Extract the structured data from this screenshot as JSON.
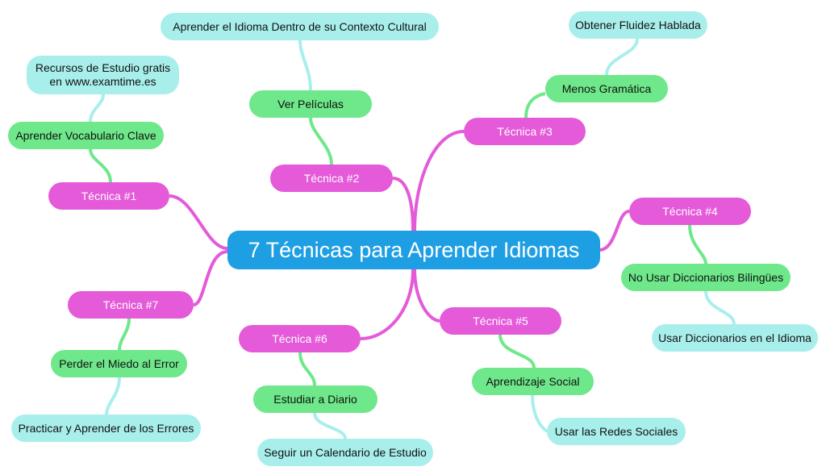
{
  "central": "7 Técnicas para Aprender Idiomas",
  "tech1": {
    "label": "Técnica #1",
    "primary": "Aprender Vocabulario Clave",
    "secondary_line1": "Recursos de Estudio gratis",
    "secondary_line2": "en www.examtime.es"
  },
  "tech2": {
    "label": "Técnica #2",
    "primary": "Ver Películas",
    "secondary": "Aprender el Idioma Dentro de su Contexto Cultural"
  },
  "tech3": {
    "label": "Técnica #3",
    "primary": "Menos Gramática",
    "secondary": "Obtener Fluidez Hablada"
  },
  "tech4": {
    "label": "Técnica #4",
    "primary": "No Usar Diccionarios Bilingües",
    "secondary": "Usar Diccionarios en el Idioma"
  },
  "tech5": {
    "label": "Técnica #5",
    "primary": "Aprendizaje Social",
    "secondary": "Usar las Redes Sociales"
  },
  "tech6": {
    "label": "Técnica #6",
    "primary": "Estudiar a Diario",
    "secondary": "Seguir un Calendario de Estudio"
  },
  "tech7": {
    "label": "Técnica #7",
    "primary": "Perder el Miedo al Error",
    "secondary": "Practicar y Aprender de los Errores"
  },
  "colors": {
    "central": "#1f9fe3",
    "technique": "#e45ad9",
    "primary": "#6ee88a",
    "secondary": "#a8efec",
    "link_technique": "#e45ad9",
    "link_primary": "#6ee88a",
    "link_secondary": "#a8efec"
  }
}
